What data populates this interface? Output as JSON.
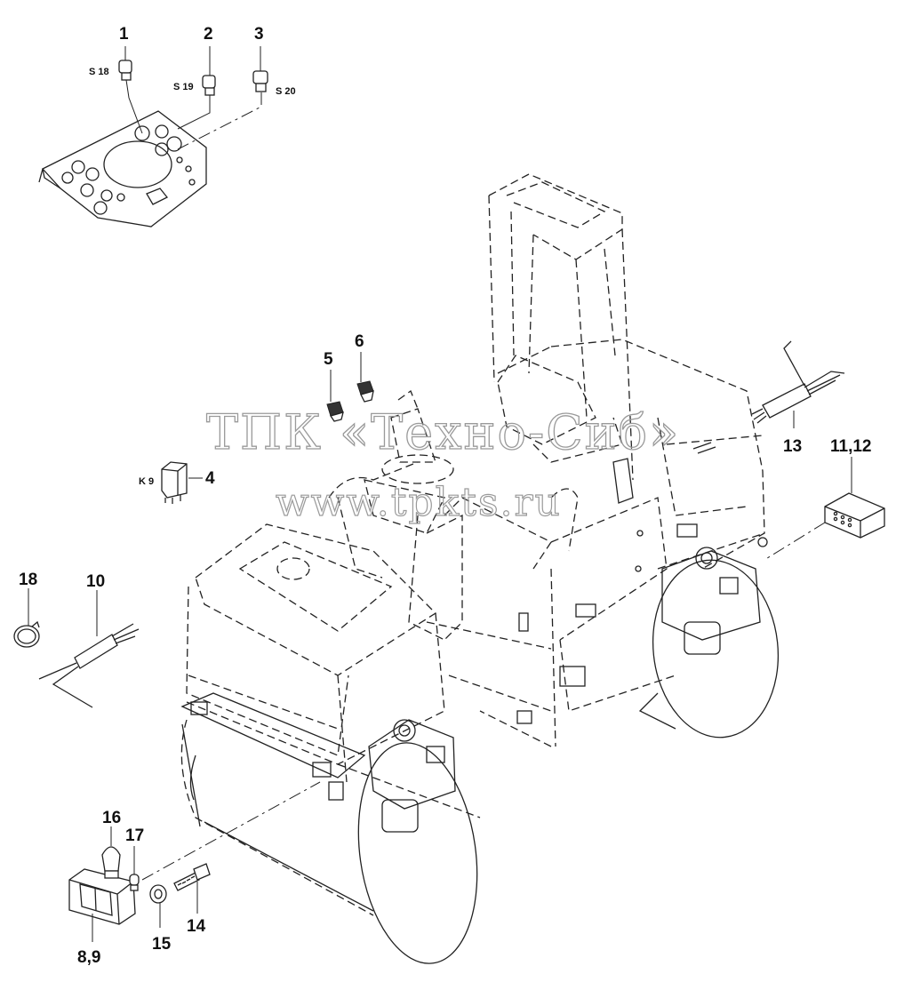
{
  "watermark": {
    "line1": "ТПК «Техно-Сиб»",
    "line2": "www.tpkts.ru"
  },
  "callouts": {
    "c1": "1",
    "c2": "2",
    "c3": "3",
    "c4": "4",
    "c5": "5",
    "c6": "6",
    "c8_9": "8,9",
    "c10": "10",
    "c11_12": "11,12",
    "c13": "13",
    "c14": "14",
    "c15": "15",
    "c16": "16",
    "c17": "17",
    "c18": "18"
  },
  "tags": {
    "s18": "S 18",
    "s19": "S 19",
    "s20": "S 20",
    "k9": "K 9"
  }
}
